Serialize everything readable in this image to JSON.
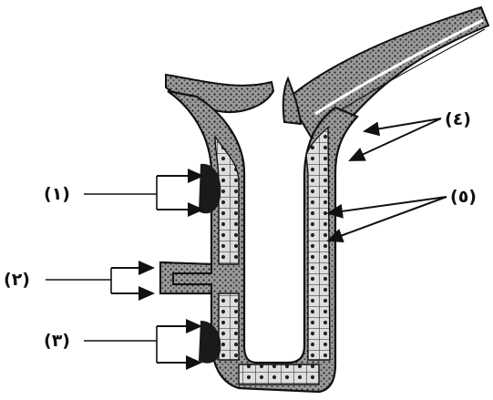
{
  "figure": {
    "labels": {
      "label_1": "(١)",
      "label_2": "(٢)",
      "label_3": "(٣)",
      "label_4": "(٤)",
      "label_5": "(٥)"
    },
    "colors": {
      "ink": "#111111",
      "cell_fill": "#dcdcdc",
      "dark_region": "#1a1a1a"
    }
  }
}
